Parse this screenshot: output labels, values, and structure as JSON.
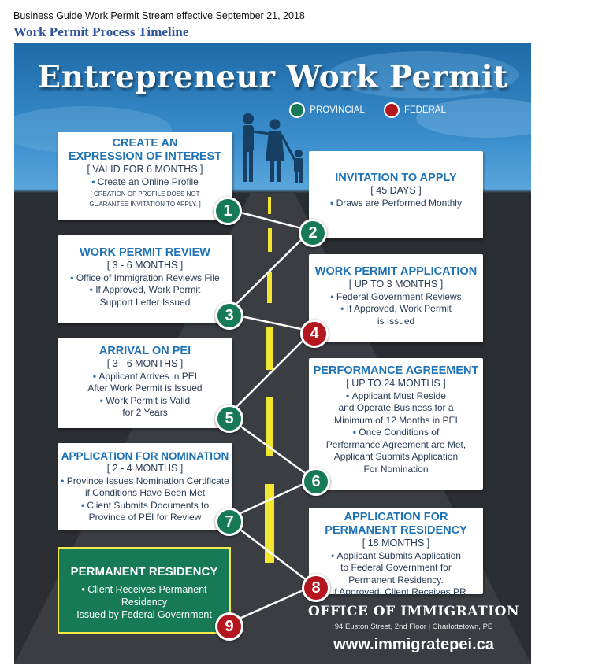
{
  "document": {
    "header": "Business Guide Work Permit Stream effective September 21, 2018",
    "title": "Work Permit Process Timeline"
  },
  "poster": {
    "title": "Entrepreneur Work Permit",
    "legend": {
      "provincial": "PROVINCIAL",
      "federal": "FEDERAL"
    },
    "colors": {
      "provincial": "#177a56",
      "federal": "#b3161f",
      "title_blue": "#1f72b5"
    },
    "steps": [
      {
        "number": "1",
        "title_1": "CREATE AN",
        "title_2": "EXPRESSION OF INTEREST",
        "duration": "[ VALID FOR 6 MONTHS ]",
        "line_1": "Create an Online Profile",
        "note_1": "[ CREATION OF PROFILE DOES NOT",
        "note_2": "GUARANTEE INVITATION TO APPLY. ]"
      },
      {
        "number": "2",
        "title_1": "INVITATION TO APPLY",
        "duration": "[ 45 DAYS ]",
        "line_1": "Draws are Performed Monthly"
      },
      {
        "number": "3",
        "title_1": "WORK PERMIT REVIEW",
        "duration": "[ 3 - 6 MONTHS ]",
        "line_1": "Office of Immigration Reviews File",
        "line_2": "If Approved, Work Permit",
        "line_3": "Support Letter Issued"
      },
      {
        "number": "4",
        "title_1": "WORK PERMIT APPLICATION",
        "duration": "[ UP TO 3 MONTHS ]",
        "line_1": "Federal Government Reviews",
        "line_2": "If Approved, Work Permit",
        "line_3": "is Issued"
      },
      {
        "number": "5",
        "title_1": "ARRIVAL ON PEI",
        "duration": "[ 3 - 6 MONTHS ]",
        "line_1": "Applicant Arrives in PEI",
        "line_2": "After Work Permit is Issued",
        "line_3": "Work Permit is Valid",
        "line_4": "for 2 Years"
      },
      {
        "number": "6",
        "title_1": "PERFORMANCE AGREEMENT",
        "duration": "[ UP TO 24 MONTHS ]",
        "line_1": "Applicant Must Reside",
        "line_2": "and Operate Business for a",
        "line_3": "Minimum of 12 Months in PEI",
        "line_4": "Once Conditions of",
        "line_5": "Performance Agreement are Met,",
        "line_6": "Applicant Submits Application",
        "line_7": "For Nomination"
      },
      {
        "number": "7",
        "title_1": "APPLICATION FOR NOMINATION",
        "duration": "[ 2 - 4 MONTHS ]",
        "line_1": "Province Issues Nomination Certificate",
        "line_2": "if Conditions Have Been Met",
        "line_3": "Client Submits Documents to",
        "line_4": "Province of PEI for Review"
      },
      {
        "number": "8",
        "title_1": "APPLICATION FOR",
        "title_2": "PERMANENT RESIDENCY",
        "duration": "[ 18 MONTHS ]",
        "line_1": "Applicant Submits Application",
        "line_2": "to Federal Government for",
        "line_3": "Permanent Residency.",
        "line_4": "If Approved, Client Receives PR"
      },
      {
        "number": "9",
        "title_1": "PERMANENT RESIDENCY",
        "line_1": "Client Receives Permanent Residency",
        "line_2": "Issued by Federal Government"
      }
    ],
    "office": {
      "name": "OFFICE OF IMMIGRATION",
      "address": "94 Euston Street, 2nd Floor | Charlottetown, PE",
      "website": "www.immigratepei.ca"
    }
  }
}
